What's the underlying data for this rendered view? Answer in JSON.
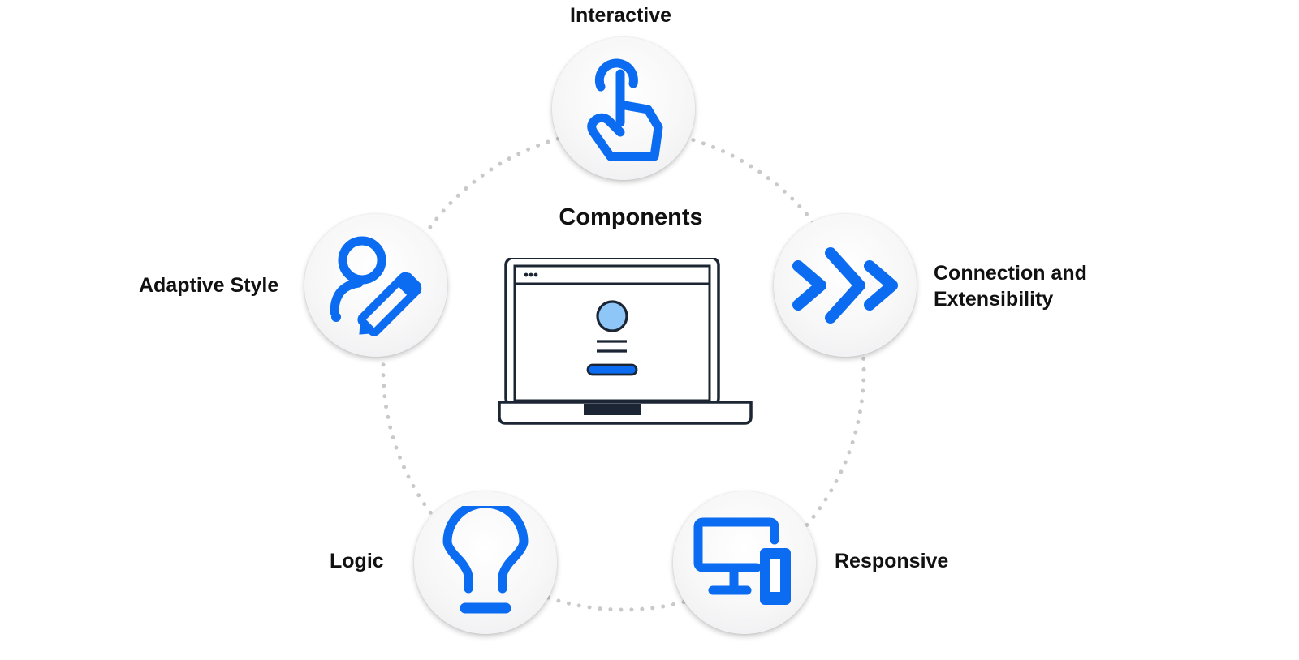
{
  "center": {
    "title": "Components",
    "icon": "laptop-icon"
  },
  "nodes": [
    {
      "id": "interactive",
      "label": "Interactive",
      "icon": "hand-pointer-icon"
    },
    {
      "id": "connection",
      "label": "Connection and Extensibility",
      "icon": "double-chevron-right-icon"
    },
    {
      "id": "responsive",
      "label": "Responsive",
      "icon": "monitor-phone-icon"
    },
    {
      "id": "logic",
      "label": "Logic",
      "icon": "lightbulb-icon"
    },
    {
      "id": "adaptive",
      "label": "Adaptive Style",
      "icon": "user-pencil-icon"
    }
  ],
  "colors": {
    "accent": "#0B6CF2",
    "laptop_outline": "#1B2533",
    "avatar_fill": "#8EC7F7",
    "ring_dots": "#C9C9C9",
    "text": "#111111"
  }
}
